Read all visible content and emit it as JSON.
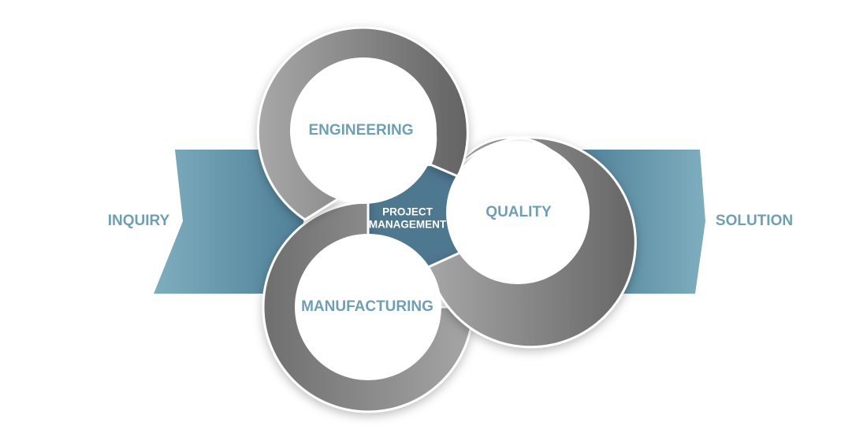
{
  "inputs": {
    "label": "INQUIRY"
  },
  "outputs": {
    "label": "SOLUTION"
  },
  "rings": {
    "engineering": "ENGINEERING",
    "quality": "QUALITY",
    "manufacturing": "MANUFACTURING"
  },
  "center": {
    "line1": "PROJECT",
    "line2": "MANAGEMENT"
  },
  "colors": {
    "text_accent": "#6e9fb2",
    "arrow_dark": "#4f7f97",
    "arrow_light": "#7eaebe",
    "ring_light": "#a6a6a6",
    "ring_dark": "#666666",
    "center_fill": "#4e7790"
  }
}
